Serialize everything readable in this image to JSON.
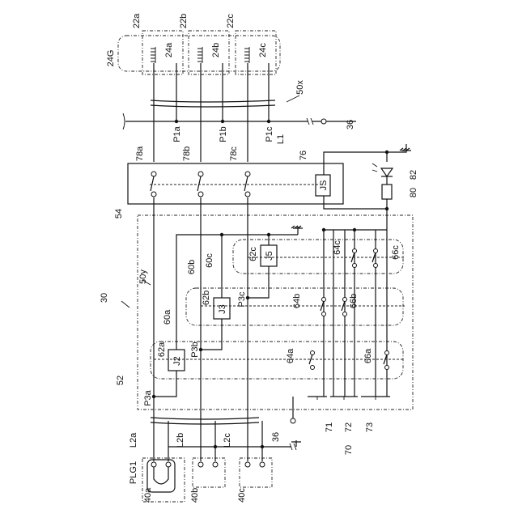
{
  "labels": {
    "l_22a": "22a",
    "l_22b": "22b",
    "l_22c": "22c",
    "l_24a": "24a",
    "l_24b": "24b",
    "l_24c": "24c",
    "l_24G": "24G",
    "l_50x": "50x",
    "l_P1a": "P1a",
    "l_P1b": "P1b",
    "l_P1c": "P1c",
    "l_L1": "L1",
    "l_36_top": "36",
    "l_78a": "78a",
    "l_78b": "78b",
    "l_78c": "78c",
    "l_76": "76",
    "l_JS": "JS",
    "l_82": "82",
    "l_80": "80",
    "l_54": "54",
    "l_50y": "50y",
    "l_30": "30",
    "l_60a": "60a",
    "l_60b": "60b",
    "l_60c": "60c",
    "l_62a": "62a",
    "l_62b": "62b",
    "l_62c": "62c",
    "l_J2": "J2",
    "l_J3": "J3",
    "l_J5": "J5",
    "l_P3a": "P3a",
    "l_P3b": "P3b",
    "l_P3c": "P3c",
    "l_64a": "64a",
    "l_64b": "64b",
    "l_64c": "64c",
    "l_66a": "66a",
    "l_66b": "66b",
    "l_66c": "66c",
    "l_52": "52",
    "l_71": "71",
    "l_72": "72",
    "l_73": "73",
    "l_70": "70",
    "l_36_bot": "36",
    "l_L2a": "L2a",
    "l_L2b": "L2b",
    "l_L2c": "L2c",
    "l_PLG1": "PLG1",
    "l_40a": "40a",
    "l_40b": "40b",
    "l_40c": "40c"
  }
}
